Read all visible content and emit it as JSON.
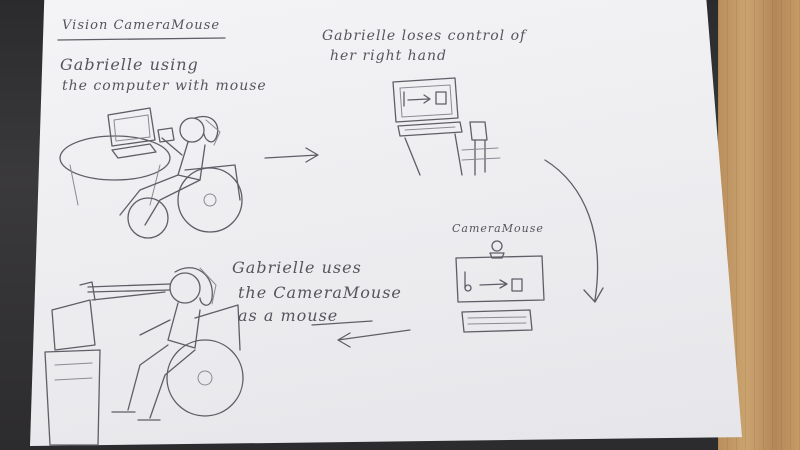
{
  "title": "Vision CameraMouse",
  "captions": {
    "panel1_line1": "Gabrielle using",
    "panel1_line2": "the computer with mouse",
    "panel2_line1": "Gabrielle loses control of",
    "panel2_line2": "her right hand",
    "panel3_label": "CameraMouse",
    "panel4_line1": "Gabrielle uses",
    "panel4_line2": "the CameraMouse",
    "panel4_line3": "as a mouse"
  },
  "colors": {
    "pencil": "#5e5e66",
    "paper": "#eeeef1",
    "background": "#2f2f31",
    "wood": "#c09563"
  }
}
